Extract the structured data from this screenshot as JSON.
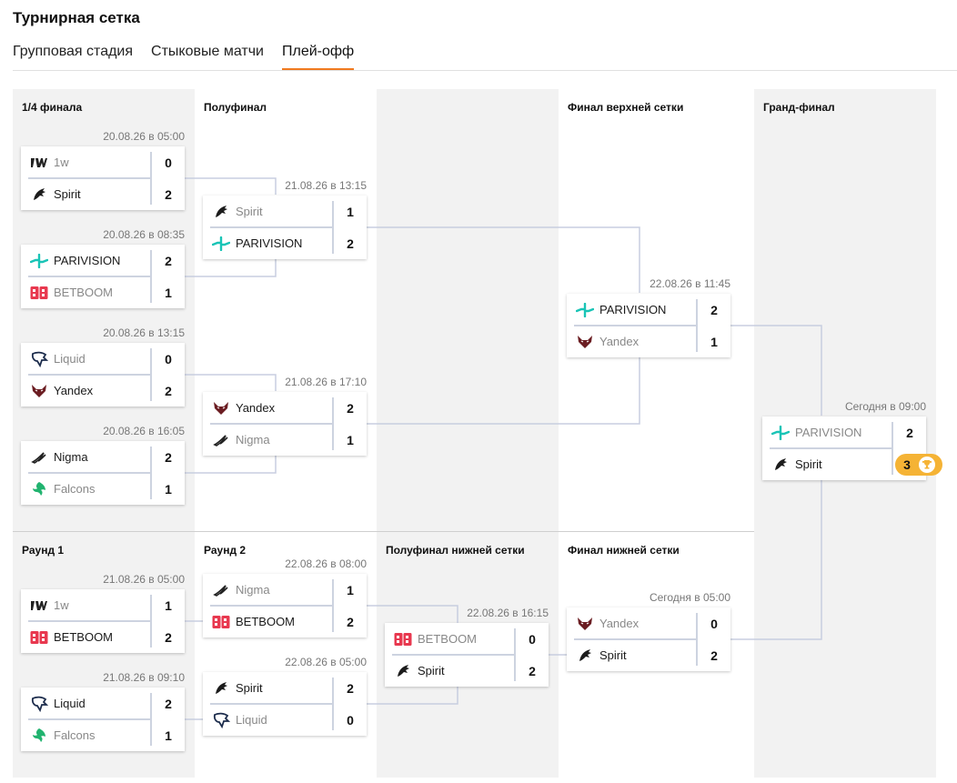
{
  "page": {
    "title": "Турнирная сетка"
  },
  "tabs": [
    {
      "label": "Групповая стадия"
    },
    {
      "label": "Стыковые матчи"
    },
    {
      "label": "Плей-офф"
    }
  ],
  "columns": {
    "upper": [
      "1/4 финала",
      "Полуфинал",
      "Финал верхней сетки",
      "Гранд-финал"
    ],
    "lower": [
      "Раунд 1",
      "Раунд 2",
      "Полуфинал нижней сетки",
      "Финал нижней сетки"
    ]
  },
  "team_logos": {
    "1w": "1w-logo",
    "Spirit": "spirit-dragon-logo",
    "PARIVISION": "parivision-logo",
    "BETBOOM": "betboom-logo",
    "Liquid": "liquid-horse-logo",
    "Yandex": "yandex-wolf-logo",
    "Nigma": "nigma-logo",
    "Falcons": "falcons-logo"
  },
  "colors": {
    "accent": "#f07a20",
    "trophy": "#f5b335",
    "connector": "#c8cee0"
  },
  "matches": [
    {
      "id": "ub-qf1",
      "date": "20.08.26 в 05:00",
      "teams": [
        {
          "name": "1w",
          "score": "0",
          "winner": false
        },
        {
          "name": "Spirit",
          "score": "2",
          "winner": true
        }
      ]
    },
    {
      "id": "ub-qf2",
      "date": "20.08.26 в 08:35",
      "teams": [
        {
          "name": "PARIVISION",
          "score": "2",
          "winner": true
        },
        {
          "name": "BETBOOM",
          "score": "1",
          "winner": false
        }
      ]
    },
    {
      "id": "ub-qf3",
      "date": "20.08.26 в 13:15",
      "teams": [
        {
          "name": "Liquid",
          "score": "0",
          "winner": false
        },
        {
          "name": "Yandex",
          "score": "2",
          "winner": true
        }
      ]
    },
    {
      "id": "ub-qf4",
      "date": "20.08.26 в 16:05",
      "teams": [
        {
          "name": "Nigma",
          "score": "2",
          "winner": true
        },
        {
          "name": "Falcons",
          "score": "1",
          "winner": false
        }
      ]
    },
    {
      "id": "ub-sf1",
      "date": "21.08.26 в 13:15",
      "teams": [
        {
          "name": "Spirit",
          "score": "1",
          "winner": false
        },
        {
          "name": "PARIVISION",
          "score": "2",
          "winner": true
        }
      ]
    },
    {
      "id": "ub-sf2",
      "date": "21.08.26 в 17:10",
      "teams": [
        {
          "name": "Yandex",
          "score": "2",
          "winner": true
        },
        {
          "name": "Nigma",
          "score": "1",
          "winner": false
        }
      ]
    },
    {
      "id": "ub-final",
      "date": "22.08.26 в 11:45",
      "teams": [
        {
          "name": "PARIVISION",
          "score": "2",
          "winner": true
        },
        {
          "name": "Yandex",
          "score": "1",
          "winner": false
        }
      ]
    },
    {
      "id": "grand-final",
      "date": "Сегодня в 09:00",
      "teams": [
        {
          "name": "PARIVISION",
          "score": "2",
          "winner": false
        },
        {
          "name": "Spirit",
          "score": "3",
          "winner": true
        }
      ]
    },
    {
      "id": "lb-r1-1",
      "date": "21.08.26 в 05:00",
      "teams": [
        {
          "name": "1w",
          "score": "1",
          "winner": false
        },
        {
          "name": "BETBOOM",
          "score": "2",
          "winner": true
        }
      ]
    },
    {
      "id": "lb-r1-2",
      "date": "21.08.26 в 09:10",
      "teams": [
        {
          "name": "Liquid",
          "score": "2",
          "winner": true
        },
        {
          "name": "Falcons",
          "score": "1",
          "winner": false
        }
      ]
    },
    {
      "id": "lb-r2-1",
      "date": "22.08.26 в 08:00",
      "teams": [
        {
          "name": "Nigma",
          "score": "1",
          "winner": false
        },
        {
          "name": "BETBOOM",
          "score": "2",
          "winner": true
        }
      ]
    },
    {
      "id": "lb-r2-2",
      "date": "22.08.26 в 05:00",
      "teams": [
        {
          "name": "Spirit",
          "score": "2",
          "winner": true
        },
        {
          "name": "Liquid",
          "score": "0",
          "winner": false
        }
      ]
    },
    {
      "id": "lb-sf",
      "date": "22.08.26 в 16:15",
      "teams": [
        {
          "name": "BETBOOM",
          "score": "0",
          "winner": false
        },
        {
          "name": "Spirit",
          "score": "2",
          "winner": true
        }
      ]
    },
    {
      "id": "lb-final",
      "date": "Сегодня в 05:00",
      "teams": [
        {
          "name": "Yandex",
          "score": "0",
          "winner": false
        },
        {
          "name": "Spirit",
          "score": "2",
          "winner": true
        }
      ]
    }
  ]
}
